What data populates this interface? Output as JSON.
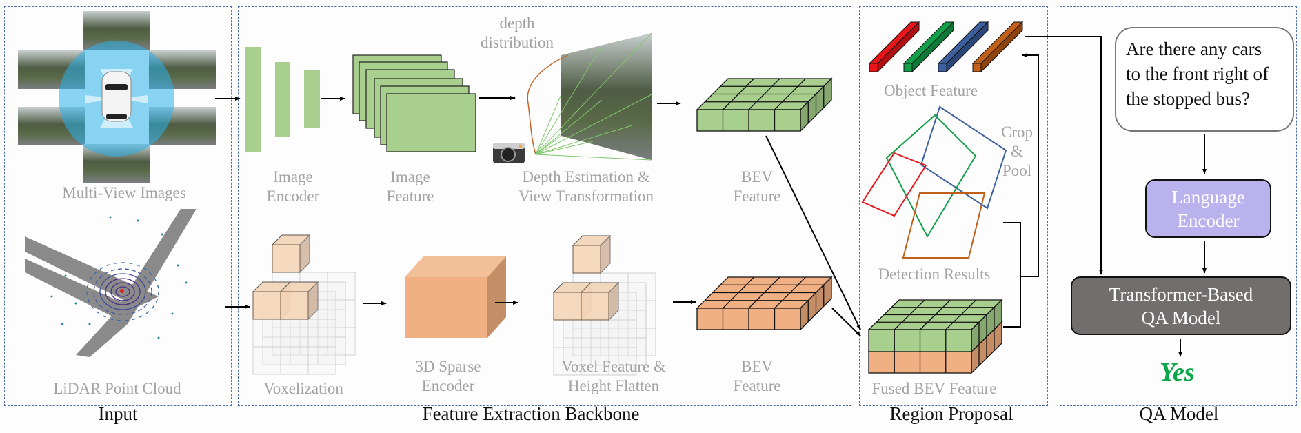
{
  "sections": {
    "input": "Input",
    "backbone": "Feature Extraction Backbone",
    "region": "Region Proposal",
    "qa": "QA Model"
  },
  "input": {
    "multiview_label": "Multi-View Images",
    "lidar_label": "LiDAR Point Cloud",
    "camera_views": [
      "front",
      "front-left",
      "front-right",
      "back-left",
      "back-right",
      "back"
    ]
  },
  "camera_branch": {
    "image_encoder": "Image\nEncoder",
    "image_feature": "Image\nFeature",
    "depth_distribution": "depth\ndistribution",
    "depth_estimation": "Depth Estimation &\nView Transformation",
    "bev_feature": "BEV\nFeature"
  },
  "lidar_branch": {
    "voxelization": "Voxelization",
    "sparse_encoder": "3D Sparse\nEncoder",
    "voxel_feature": "Voxel Feature &\nHeight Flatten",
    "bev_feature": "BEV\nFeature"
  },
  "region_proposal": {
    "object_feature": "Object Feature",
    "crop_pool": "Crop\n&\nPool",
    "detection_results": "Detection Results",
    "fused_bev": "Fused BEV Feature",
    "object_colors": [
      "#e8161b",
      "#14a04a",
      "#3c5f9e",
      "#c0601a"
    ]
  },
  "qa_model": {
    "question": "Are there any cars\nto the front right of\nthe stopped bus?",
    "language_encoder": "Language\nEncoder",
    "transformer": "Transformer-Based\nQA Model",
    "answer": "Yes",
    "answer_color": "#0aa64a",
    "language_encoder_color": "#b9b2ec",
    "transformer_color": "#736e6e"
  },
  "colors": {
    "camera_green": "#a9cf8e",
    "camera_green_dark": "#86a870",
    "lidar_orange": "#f0b083",
    "lidar_orange_dark": "#c58d66",
    "panel_border": "#4a6da7"
  }
}
